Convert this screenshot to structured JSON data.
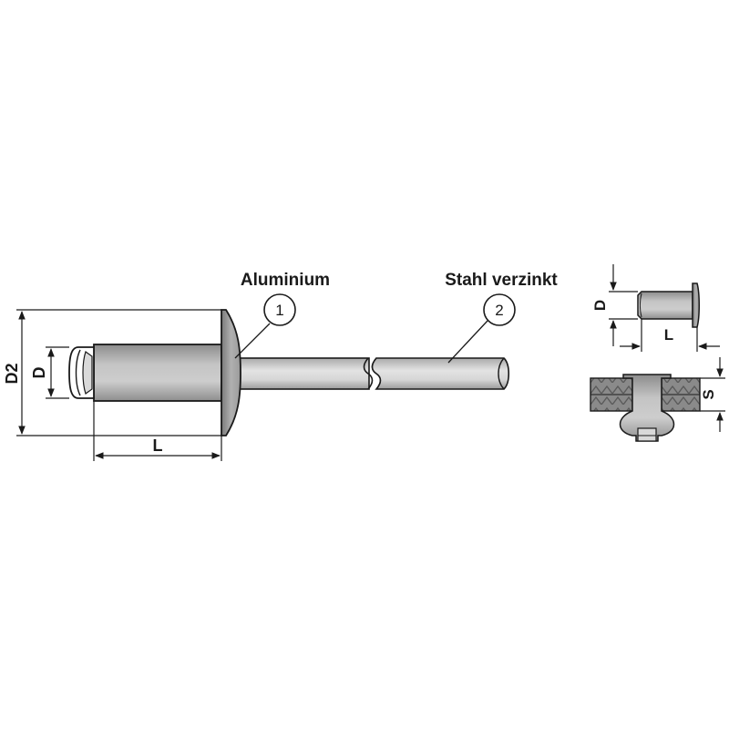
{
  "callouts": [
    {
      "number": "1",
      "material": "Aluminium"
    },
    {
      "number": "2",
      "material": "Stahl verzinkt"
    }
  ],
  "dimensions": {
    "main": {
      "head_diameter": "D2",
      "body_diameter": "D",
      "length": "L"
    },
    "small": {
      "diameter": "D",
      "length": "L",
      "thickness": "S"
    }
  }
}
